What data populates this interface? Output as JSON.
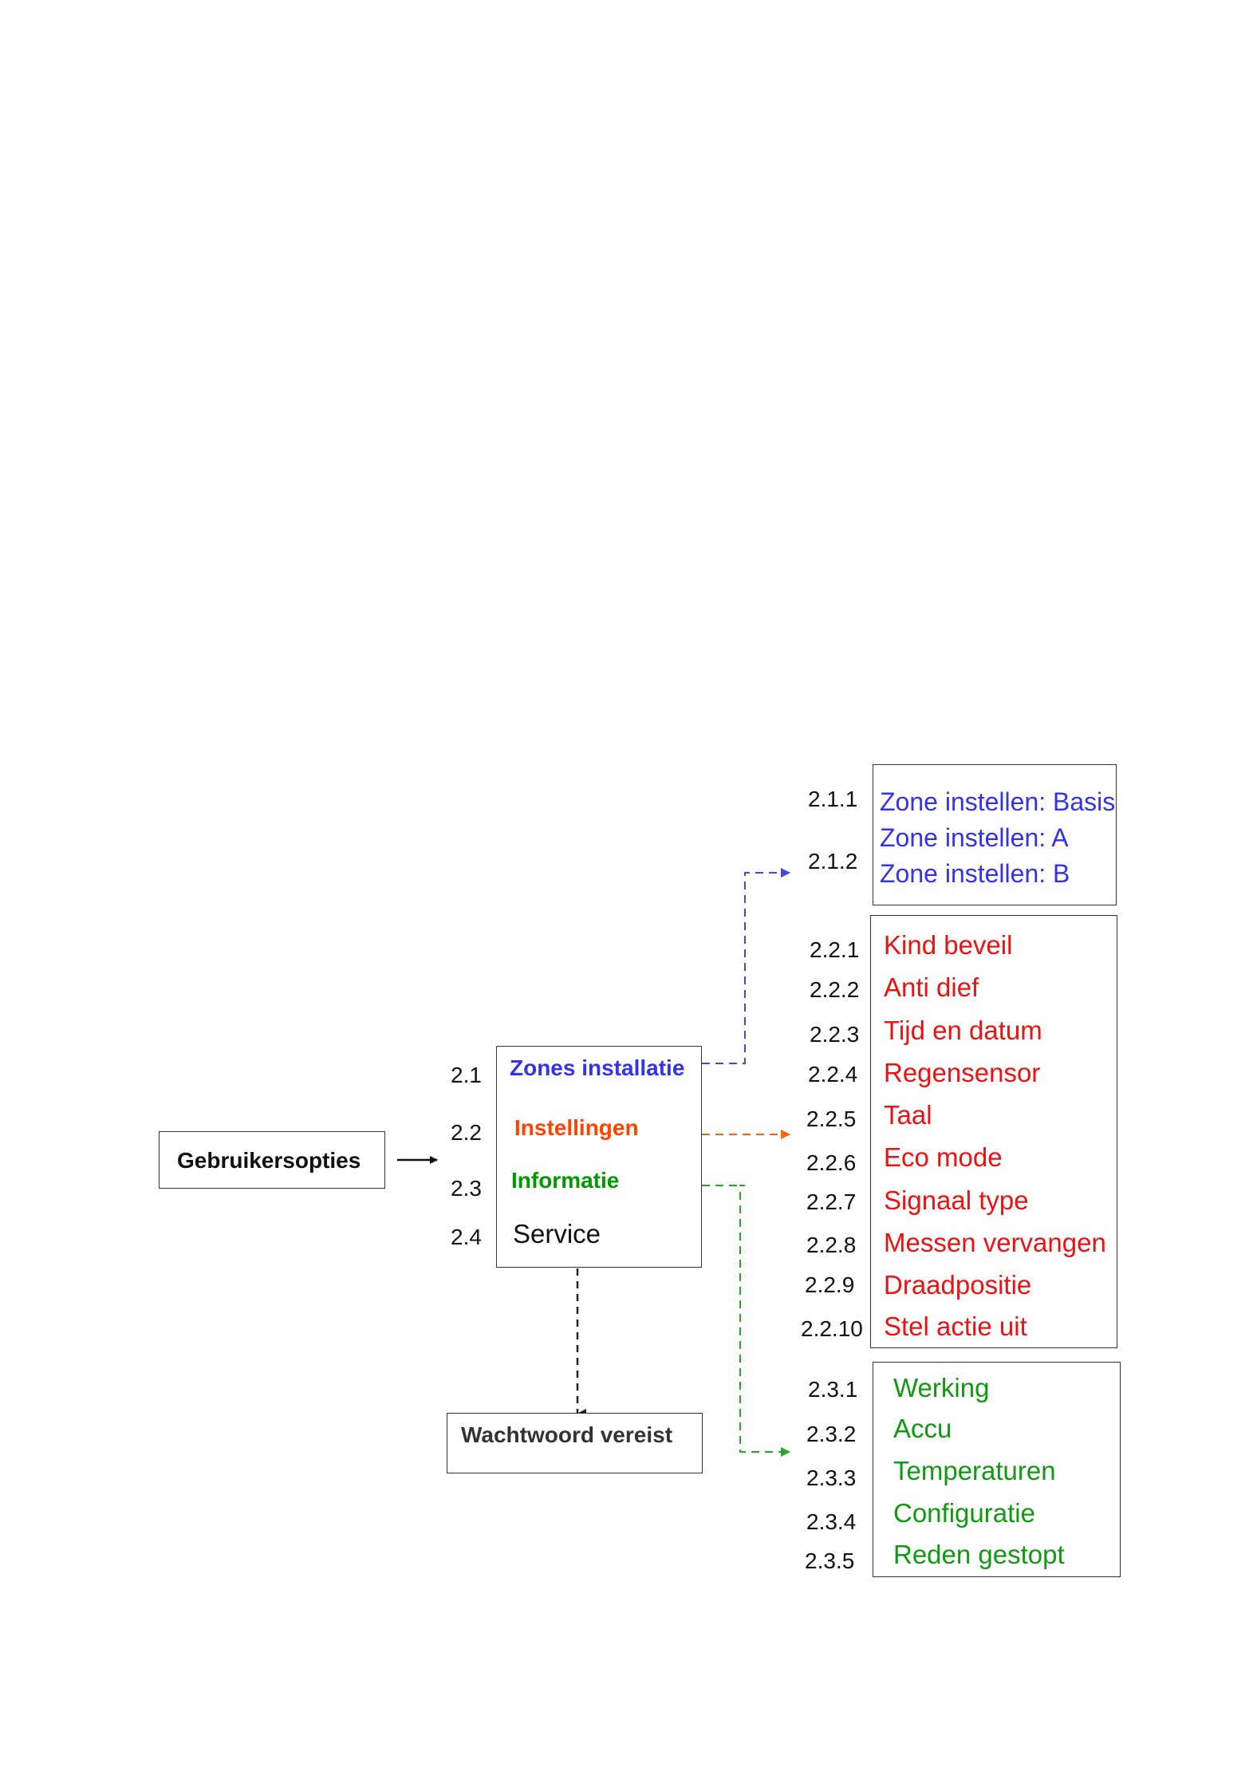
{
  "root": {
    "label": "Gebruikersopties"
  },
  "menu": {
    "items": [
      {
        "num": "2.1",
        "label": "Zones installatie",
        "color": "#3333ee"
      },
      {
        "num": "2.2",
        "label": "Instellingen",
        "color": "#ff4400"
      },
      {
        "num": "2.3",
        "label": "Informatie",
        "color": "#009900"
      },
      {
        "num": "2.4",
        "label": "Service",
        "color": "#111111"
      }
    ]
  },
  "password": {
    "label": "Wachtwoord vereist"
  },
  "zones": {
    "color": "#3333ee",
    "nums": [
      "2.1.1",
      "2.1.2"
    ],
    "items": [
      "Zone instellen: Basis",
      "Zone instellen: A",
      "Zone instellen: B"
    ]
  },
  "settings": {
    "color": "#ee1111",
    "nums": [
      "2.2.1",
      "2.2.2",
      "2.2.3",
      "2.2.4",
      "2.2.5",
      "2.2.6",
      "2.2.7",
      "2.2.8",
      "2.2.9",
      "2.2.10"
    ],
    "items": [
      "Kind beveil",
      "Anti dief",
      "Tijd en datum",
      "Regensensor",
      "Taal",
      "Eco mode",
      "Signaal type",
      "Messen vervangen",
      "Draadpositie",
      "Stel actie uit"
    ]
  },
  "info": {
    "color": "#119911",
    "nums": [
      "2.3.1",
      "2.3.2",
      "2.3.3",
      "2.3.4",
      "2.3.5"
    ],
    "items": [
      "Werking",
      "Accu",
      "Temperaturen",
      "Configuratie",
      "Reden gestopt"
    ]
  },
  "colors": {
    "arrow_zones": "#4444ee",
    "arrow_settings": "#ff6600",
    "arrow_info": "#22aa22",
    "arrow_password": "#222222"
  }
}
